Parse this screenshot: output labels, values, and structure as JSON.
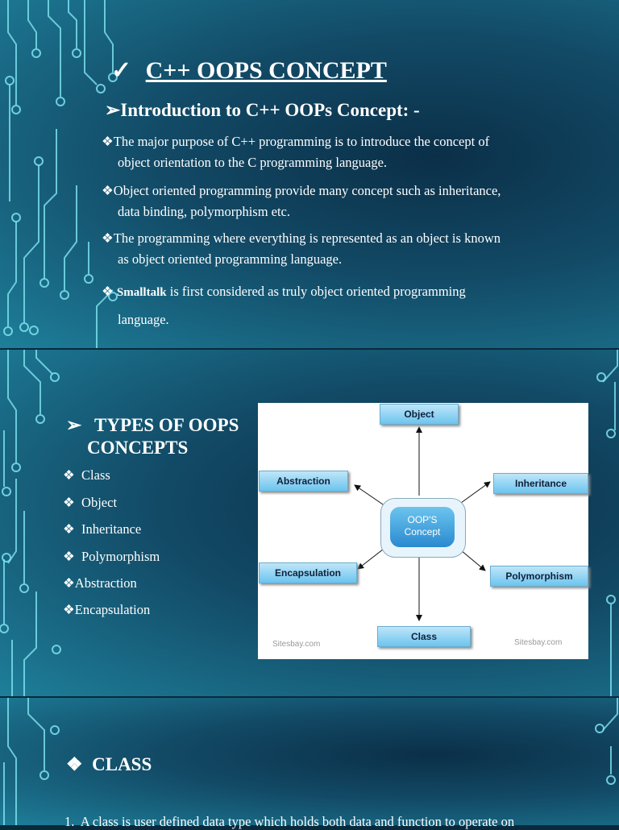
{
  "slide1": {
    "title_mark": "✓",
    "title": "C++ OOPS CONCEPT",
    "subtitle_mark": "➢",
    "subtitle": "Introduction to C++ OOPs Concept: -",
    "bullets": [
      {
        "mark": "❖",
        "line1": "The major purpose of C++ programming is to introduce the concept of",
        "line2": "object orientation to the C programming language."
      },
      {
        "mark": "❖",
        "line1": "Object oriented programming provide many concept such as inheritance,",
        "line2": "data binding, polymorphism etc."
      },
      {
        "mark": "❖",
        "line1": "The programming where everything is represented as an object is known",
        "line2": "as object oriented programming language."
      }
    ],
    "smalltalk": {
      "mark": "❖",
      "bold": "Smalltalk",
      "rest": " is first considered as truly object oriented programming",
      "line2": "language."
    }
  },
  "slide2": {
    "title_mark": "➢",
    "title_line1": "TYPES OF OOPS",
    "title_line2": "CONCEPTS",
    "items": [
      {
        "mark": "❖",
        "label": "Class"
      },
      {
        "mark": "❖",
        "label": "Object"
      },
      {
        "mark": "❖",
        "label": "Inheritance"
      },
      {
        "mark": "❖",
        "label": "Polymorphism"
      },
      {
        "mark": "❖",
        "label": "Abstraction"
      },
      {
        "mark": "❖",
        "label": "Encapsulation"
      }
    ],
    "diagram": {
      "center_line1": "OOP'S",
      "center_line2": "Concept",
      "nodes": {
        "object": "Object",
        "abstraction": "Abstraction",
        "inheritance": "Inheritance",
        "encapsulation": "Encapsulation",
        "polymorphism": "Polymorphism",
        "class": "Class"
      },
      "watermark_left": "Sitesbay.com",
      "watermark_right": "Sitesbay.com"
    }
  },
  "slide3": {
    "title_mark": "❖",
    "title": "CLASS",
    "item_number": "1.",
    "item_text": "A class is user defined data type which holds both data and function to operate on"
  }
}
